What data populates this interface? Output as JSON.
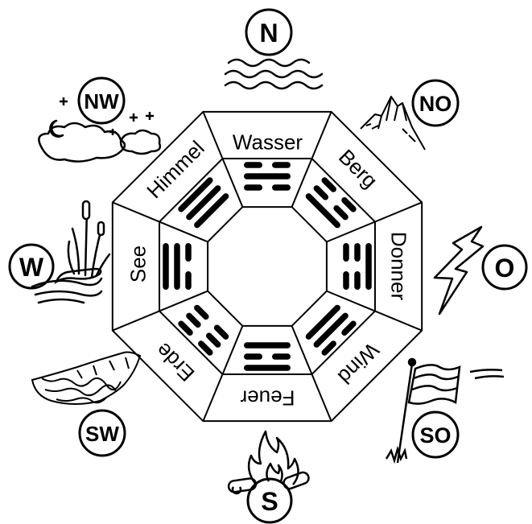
{
  "diagram": {
    "trigrams": [
      {
        "label": "Wasser",
        "lines": [
          0,
          1,
          0
        ]
      },
      {
        "label": "Berg",
        "lines": [
          0,
          0,
          1
        ]
      },
      {
        "label": "Donner",
        "lines": [
          1,
          0,
          0
        ]
      },
      {
        "label": "Wind",
        "lines": [
          0,
          1,
          1
        ]
      },
      {
        "label": "Feuer",
        "lines": [
          1,
          0,
          1
        ]
      },
      {
        "label": "Erde",
        "lines": [
          0,
          0,
          0
        ]
      },
      {
        "label": "See",
        "lines": [
          1,
          1,
          0
        ]
      },
      {
        "label": "Himmel",
        "lines": [
          1,
          1,
          1
        ]
      }
    ],
    "directions": [
      "N",
      "NO",
      "O",
      "SO",
      "S",
      "SW",
      "W",
      "NW"
    ],
    "icons": [
      "water-waves-icon",
      "mountain-icon",
      "lightning-icon",
      "flag-icon",
      "fire-icon",
      "earth-heap-icon",
      "reeds-icon",
      "night-sky-icon"
    ]
  }
}
